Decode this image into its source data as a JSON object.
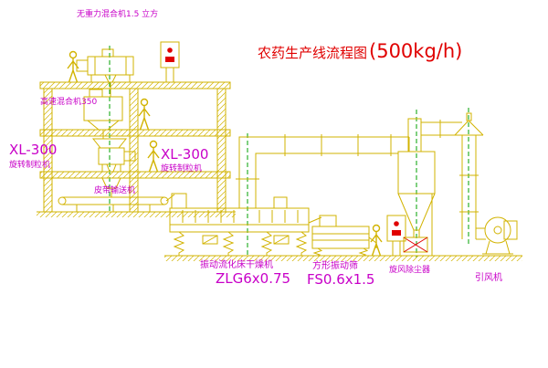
{
  "colors": {
    "line": "#d2b300",
    "magenta": "#c800c8",
    "red": "#e00000",
    "green": "#00a000",
    "background": "#ffffff"
  },
  "title": {
    "name": "农药生产线流程图",
    "capacity": "(500kg/h)"
  },
  "labels": {
    "gravity_mixer": "无重力混合机1.5 立方",
    "high_speed_mixer": "高速混合机350",
    "granulator_left_model": "XL-300",
    "granulator_left_name": "旋转制粒机",
    "granulator_mid_model": "XL-300",
    "granulator_mid_name": "旋转制粒机",
    "belt_conveyor": "皮带输送机",
    "dryer_name": "振动流化床干燥机",
    "dryer_model": "ZLG6x0.75",
    "screen_name": "方形振动筛",
    "screen_model": "FS0.6x1.5",
    "cyclone": "旋风除尘器",
    "fan": "引风机"
  }
}
